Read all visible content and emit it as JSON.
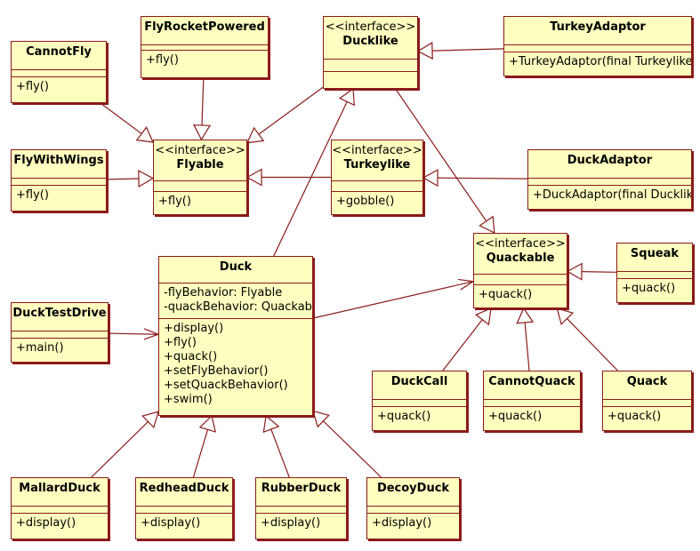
{
  "classes": {
    "flyrocketpowered": {
      "title": "FlyRocketPowered",
      "ops": [
        "+fly()"
      ]
    },
    "ducklike": {
      "stereotype": "<<interface>>",
      "title": "Ducklike"
    },
    "turkeyadaptor": {
      "title": "TurkeyAdaptor",
      "ops": [
        "+TurkeyAdaptor(final Turkeylike)"
      ]
    },
    "cannotfly": {
      "title": "CannotFly",
      "ops": [
        "+fly()"
      ]
    },
    "flywithwings": {
      "title": "FlyWithWings",
      "ops": [
        "+fly()"
      ]
    },
    "flyable": {
      "stereotype": "<<interface>>",
      "title": "Flyable",
      "ops": [
        "+fly()"
      ]
    },
    "turkeylike": {
      "stereotype": "<<interface>>",
      "title": "Turkeylike",
      "ops": [
        "+gobble()"
      ]
    },
    "duckadaptor": {
      "title": "DuckAdaptor",
      "ops": [
        "+DuckAdaptor(final Ducklike)"
      ]
    },
    "quackable": {
      "stereotype": "<<interface>>",
      "title": "Quackable",
      "ops": [
        "+quack()"
      ]
    },
    "squeak": {
      "title": "Squeak",
      "ops": [
        "+quack()"
      ]
    },
    "duck": {
      "title": "Duck",
      "attrs": [
        "-flyBehavior: Flyable",
        "-quackBehavior: Quackable"
      ],
      "ops": [
        "+display()",
        "+fly()",
        "+quack()",
        "+setFlyBehavior()",
        "+setQuackBehavior()",
        "+swim()"
      ]
    },
    "ducktestdrive": {
      "title": "DuckTestDrive",
      "ops": [
        "+main()"
      ]
    },
    "duckcall": {
      "title": "DuckCall",
      "ops": [
        "+quack()"
      ]
    },
    "cannotquack": {
      "title": "CannotQuack",
      "ops": [
        "+quack()"
      ]
    },
    "quack": {
      "title": "Quack",
      "ops": [
        "+quack()"
      ]
    },
    "mallardduck": {
      "title": "MallardDuck",
      "ops": [
        "+display()"
      ]
    },
    "redheadduck": {
      "title": "RedheadDuck",
      "ops": [
        "+display()"
      ]
    },
    "rubberduck": {
      "title": "RubberDuck",
      "ops": [
        "+display()"
      ]
    },
    "decoyduck": {
      "title": "DecoyDuck",
      "ops": [
        "+display()"
      ]
    }
  },
  "relations": [
    {
      "from": "flyrocketpowered",
      "to": "flyable",
      "kind": "realization"
    },
    {
      "from": "cannotfly",
      "to": "flyable",
      "kind": "realization"
    },
    {
      "from": "flywithwings",
      "to": "flyable",
      "kind": "realization"
    },
    {
      "from": "ducklike",
      "to": "flyable",
      "kind": "generalization"
    },
    {
      "from": "turkeyadaptor",
      "to": "ducklike",
      "kind": "realization"
    },
    {
      "from": "turkeylike",
      "to": "flyable",
      "kind": "generalization"
    },
    {
      "from": "duckadaptor",
      "to": "turkeylike",
      "kind": "realization"
    },
    {
      "from": "ducklike",
      "to": "quackable",
      "kind": "generalization"
    },
    {
      "from": "duck",
      "to": "ducklike",
      "kind": "realization"
    },
    {
      "from": "duck",
      "to": "quackable",
      "kind": "association"
    },
    {
      "from": "squeak",
      "to": "quackable",
      "kind": "realization"
    },
    {
      "from": "duckcall",
      "to": "quackable",
      "kind": "realization"
    },
    {
      "from": "cannotquack",
      "to": "quackable",
      "kind": "realization"
    },
    {
      "from": "quack",
      "to": "quackable",
      "kind": "realization"
    },
    {
      "from": "ducktestdrive",
      "to": "duck",
      "kind": "dependency"
    },
    {
      "from": "mallardduck",
      "to": "duck",
      "kind": "generalization"
    },
    {
      "from": "redheadduck",
      "to": "duck",
      "kind": "generalization"
    },
    {
      "from": "rubberduck",
      "to": "duck",
      "kind": "generalization"
    },
    {
      "from": "decoyduck",
      "to": "duck",
      "kind": "generalization"
    }
  ],
  "colors": {
    "line": "#8b1a1a",
    "fill": "#ffffc0"
  }
}
